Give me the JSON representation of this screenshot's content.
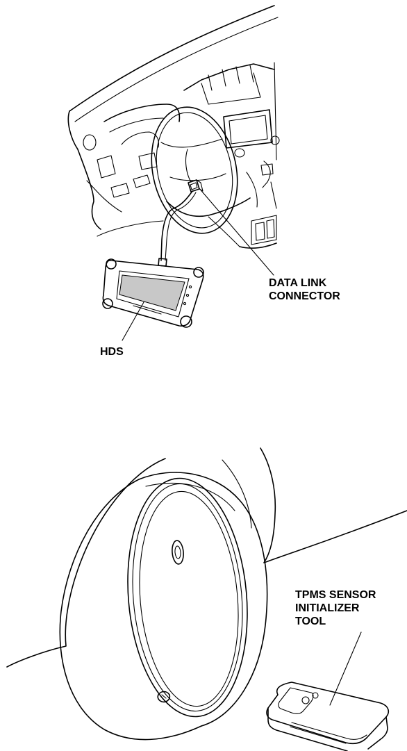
{
  "labels": {
    "data_link_connector_line1": "DATA LINK",
    "data_link_connector_line2": "CONNECTOR",
    "hds": "HDS",
    "tpms_line1": "TPMS SENSOR",
    "tpms_line2": "INITIALIZER",
    "tpms_line3": "TOOL"
  }
}
